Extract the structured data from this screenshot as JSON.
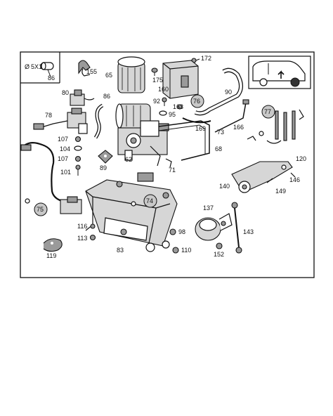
{
  "inset": {
    "dimension_text": "5X1",
    "diameter_symbol": "Ø",
    "part_number": "86"
  },
  "labels": {
    "l155": "155",
    "l65": "65",
    "l175": "175",
    "l172": "172",
    "l160": "160",
    "l90": "90",
    "l80": "80",
    "l86b": "86",
    "l78": "78",
    "l92": "92",
    "l163": "163",
    "l95": "95",
    "l169": "169",
    "l166": "166",
    "l73": "73",
    "l107a": "107",
    "l104": "104",
    "l107b": "107",
    "l101": "101",
    "l89": "89",
    "l62": "62",
    "l71": "71",
    "l68": "68",
    "l120": "120",
    "l140": "140",
    "l149": "149",
    "l146": "146",
    "l137": "137",
    "l143": "143",
    "l116": "116",
    "l113": "113",
    "l98": "98",
    "l83": "83",
    "l110": "110",
    "l152": "152",
    "l119": "119"
  },
  "callouts": {
    "c76": "76",
    "c77": "77",
    "c74": "74",
    "c75": "75"
  }
}
